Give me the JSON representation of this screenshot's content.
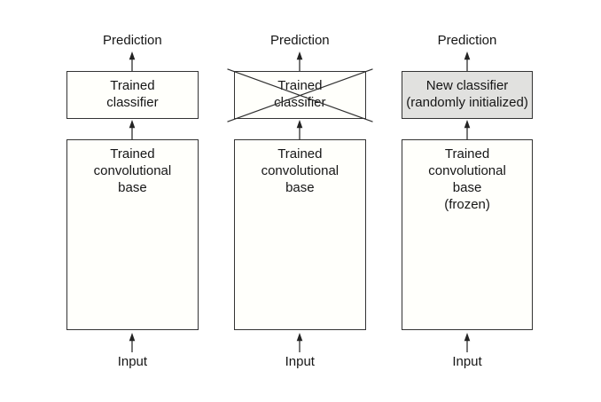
{
  "diagram": {
    "description": "Three ways of using a trained convolutional network for prediction",
    "colors": {
      "background": "#ffffff",
      "box_fill": "#fffffb",
      "gray_box_fill": "#e1e1df",
      "line": "#333333",
      "text": "#161616"
    },
    "columns": [
      {
        "prediction_label": "Prediction",
        "classifier_box": {
          "line1": "Trained",
          "line2": "classifier"
        },
        "base_box": {
          "line1": "Trained",
          "line2": "convolutional",
          "line3": "base"
        },
        "input_label": "Input"
      },
      {
        "prediction_label": "Prediction",
        "classifier_box": {
          "line1": "Trained",
          "line2": "classifier",
          "crossed_out": "true"
        },
        "base_box": {
          "line1": "Trained",
          "line2": "convolutional",
          "line3": "base"
        },
        "input_label": "Input"
      },
      {
        "prediction_label": "Prediction",
        "classifier_box": {
          "line1": "New classifier",
          "line2": "(randomly initialized)"
        },
        "base_box": {
          "line1": "Trained",
          "line2": "convolutional",
          "line3": "base",
          "line4": "(frozen)"
        },
        "input_label": "Input"
      }
    ]
  }
}
